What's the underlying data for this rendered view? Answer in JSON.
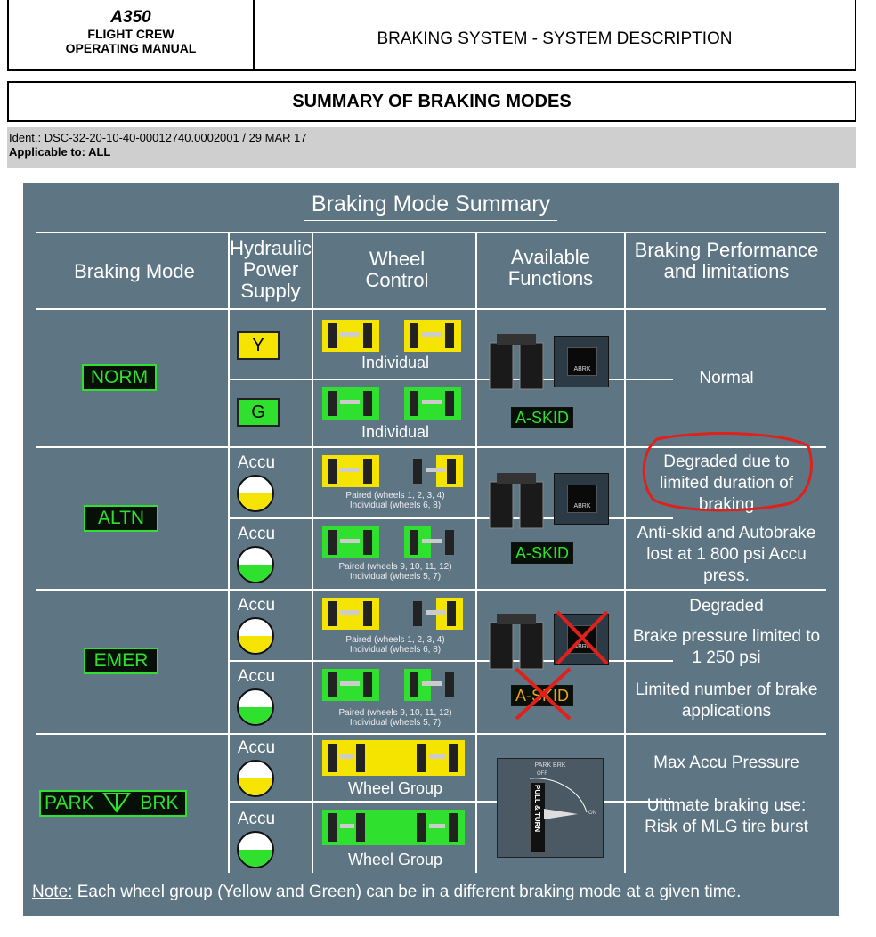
{
  "header": {
    "model": "A350",
    "manual_line1": "FLIGHT CREW",
    "manual_line2": "OPERATING MANUAL",
    "title": "BRAKING SYSTEM - SYSTEM DESCRIPTION"
  },
  "section_title": "SUMMARY OF BRAKING MODES",
  "ident": {
    "line": "Ident.: DSC-32-20-10-40-00012740.0002001 / 29 MAR 17",
    "applicable": "Applicable to: ALL"
  },
  "panel": {
    "title": "Braking Mode Summary",
    "columns": [
      "Braking Mode",
      "Hydraulic Power Supply",
      "Wheel Control",
      "Available Functions",
      "Braking Performance and limitations"
    ],
    "modes": {
      "norm": "NORM",
      "altn": "ALTN",
      "emer": "EMER",
      "park1": "PARK",
      "park2": "BRK"
    },
    "supply": {
      "y": "Y",
      "g": "G",
      "accu": "Accu"
    },
    "wheel": {
      "individual": "Individual",
      "paired_y": "Paired (wheels 1, 2, 3, 4)",
      "indiv_y": "Individual (wheels 6, 8)",
      "paired_g": "Paired (wheels 9, 10, 11, 12)",
      "indiv_g": "Individual (wheels 5, 7)",
      "group": "Wheel Group"
    },
    "functions": {
      "askid": "A-SKID",
      "abrk": "ABRK",
      "park_brk": "PARK BRK",
      "pull_turn": "PULL & TURN",
      "off": "OFF",
      "on": "ON"
    },
    "perf": {
      "norm": "Normal",
      "altn1": "Degraded due to limited duration of braking",
      "altn2": "Anti-skid and Autobrake lost at 1 800 psi Accu press.",
      "emer1": "Degraded",
      "emer2": "Brake pressure limited to 1 250 psi",
      "emer3": "Limited number of brake applications",
      "park1": "Max Accu Pressure",
      "park2": "Ultimate braking use: Risk of MLG tire burst"
    },
    "note_label": "Note:",
    "note_text": " Each wheel group (Yellow and Green) can be in a different braking mode at a given time.",
    "colors": {
      "yellow": "#f4e400",
      "green": "#2fe02f",
      "panel": "#5e7584",
      "annotation": "#e0201a"
    }
  }
}
